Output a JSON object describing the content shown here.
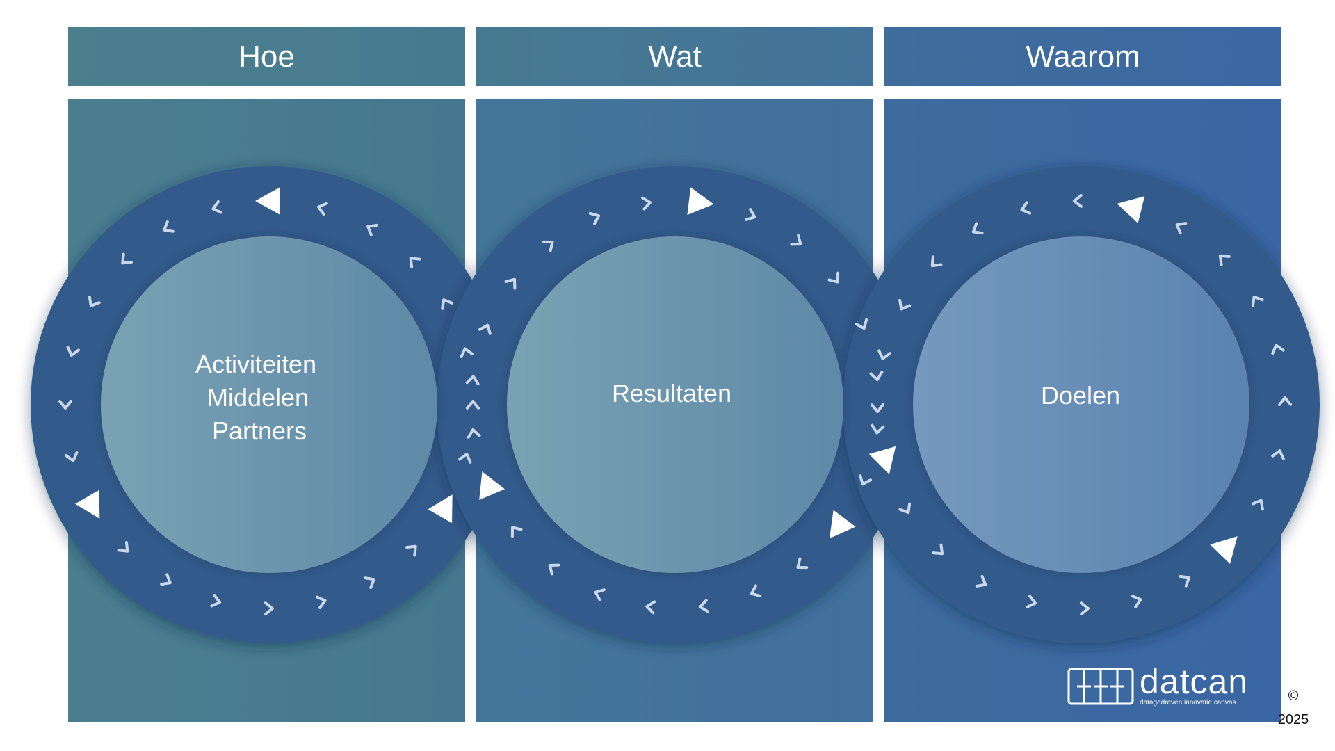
{
  "headers": [
    {
      "label": "Hoe"
    },
    {
      "label": "Wat"
    },
    {
      "label": "Waarom"
    }
  ],
  "circles": [
    {
      "lines": [
        "Activiteiten",
        "Middelen",
        "Partners"
      ],
      "flow": "counter-clockwise"
    },
    {
      "lines": [
        "Resultaten"
      ],
      "flow": "clockwise"
    },
    {
      "lines": [
        "Doelen"
      ],
      "flow": "counter-clockwise"
    }
  ],
  "colors": {
    "ring": "#345a8a",
    "arrow_small": "#c9d7ea",
    "arrow_large": "#ffffff",
    "text": "#ffffff"
  },
  "logo": {
    "word": "datcan",
    "tagline": "datagedreven innovatie canvas",
    "icon": "datcan-logo-mark"
  },
  "copyright": {
    "symbol": "©",
    "year": "2025"
  }
}
